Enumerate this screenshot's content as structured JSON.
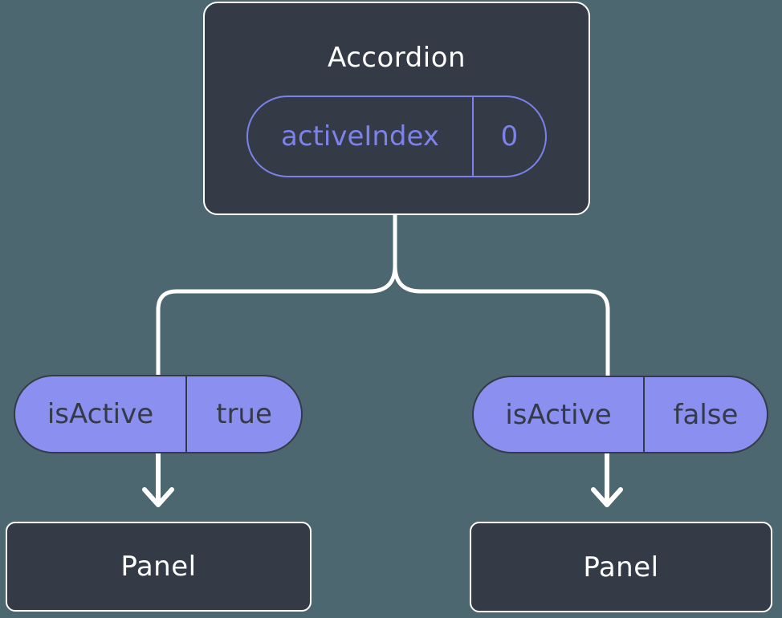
{
  "colors": {
    "background": "#4C6770",
    "node_fill": "#343B47",
    "node_border": "#FFFFFF",
    "accent_outline": "#7C82EA",
    "accent_fill": "#8A8FF0",
    "dark_text": "#343B47",
    "light_text": "#FFFFFF",
    "connector": "#FFFFFF"
  },
  "tree": {
    "root": {
      "label": "Accordion",
      "state": {
        "name": "activeIndex",
        "value": "0"
      }
    },
    "left_child": {
      "prop": {
        "name": "isActive",
        "value": "true"
      },
      "label": "Panel"
    },
    "right_child": {
      "prop": {
        "name": "isActive",
        "value": "false"
      },
      "label": "Panel"
    }
  }
}
